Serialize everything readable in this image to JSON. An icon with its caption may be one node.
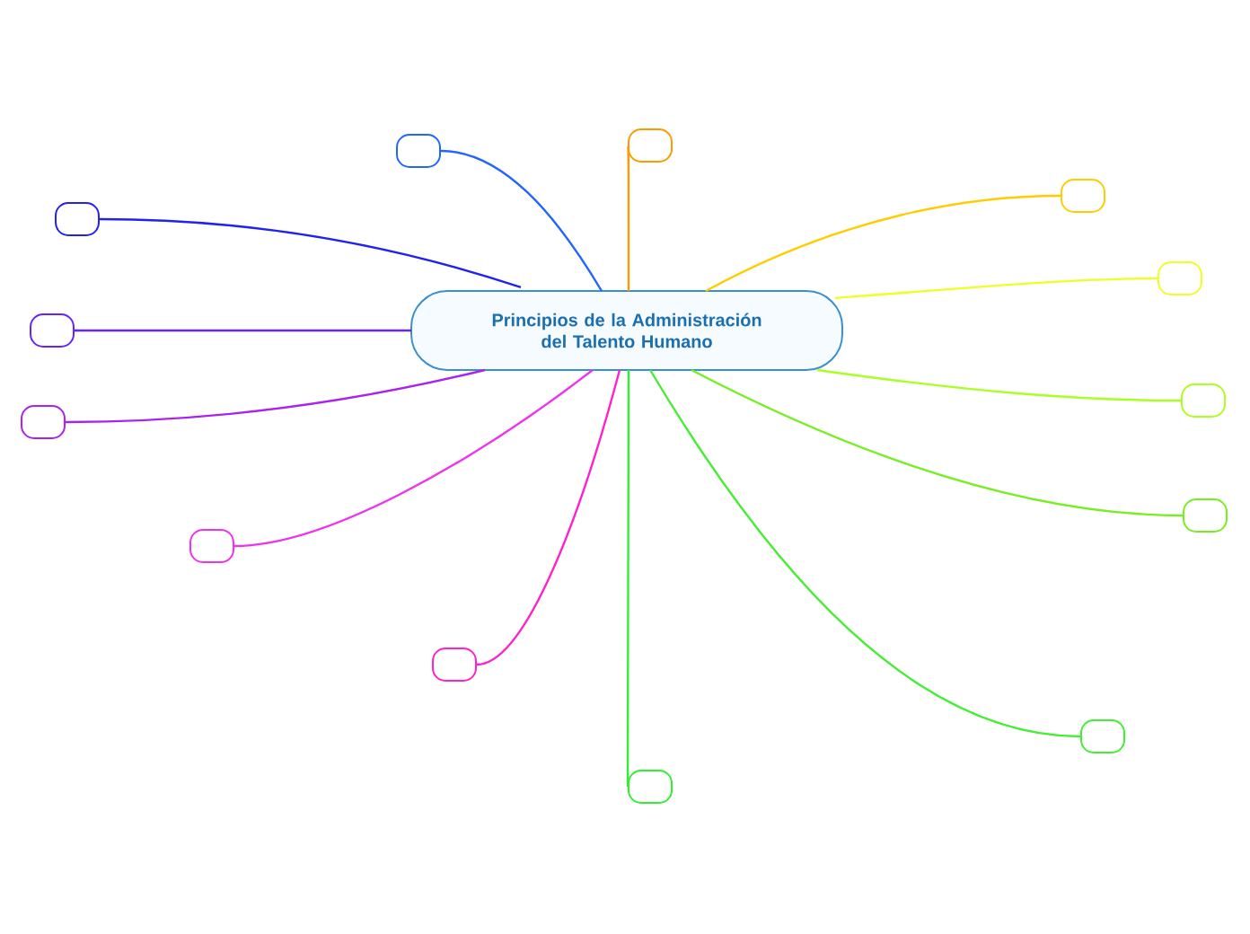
{
  "diagram": {
    "nodes": [
      {
        "text": [
          "Principios de la Administración del Talento Humano"
        ]
      },
      {
        "text": [],
        "shape": "box"
      },
      {
        "text": [],
        "shape": "box"
      },
      {
        "text": [],
        "shape": "box"
      },
      {
        "text": [],
        "shape": "box"
      },
      {
        "text": [],
        "shape": "box"
      },
      {
        "text": [],
        "shape": "box"
      },
      {
        "text": [],
        "shape": "box"
      },
      {
        "text": [],
        "shape": "box"
      },
      {
        "text": [],
        "shape": "box"
      },
      {
        "text": [],
        "shape": "box"
      },
      {
        "text": [],
        "shape": "box"
      },
      {
        "text": [],
        "shape": "box"
      },
      {
        "text": [],
        "shape": "box"
      }
    ],
    "edges": [
      {
        "from": 0,
        "to": 1,
        "arrow": "none",
        "color": "#ff9900"
      },
      {
        "from": 0,
        "to": 2,
        "arrow": "none",
        "color": "#2266ff"
      },
      {
        "from": 0,
        "to": 3,
        "arrow": "none",
        "color": "#ffcc00"
      },
      {
        "from": 0,
        "to": 4,
        "arrow": "none",
        "color": "#2222ee"
      },
      {
        "from": 0,
        "to": 5,
        "arrow": "none",
        "color": "#eeff22"
      },
      {
        "from": 0,
        "to": 6,
        "arrow": "none",
        "color": "#6622ff"
      },
      {
        "from": 0,
        "to": 7,
        "arrow": "none",
        "color": "#aaff22"
      },
      {
        "from": 0,
        "to": 8,
        "arrow": "none",
        "color": "#aa22ee"
      },
      {
        "from": 0,
        "to": 9,
        "arrow": "none",
        "color": "#77ee22"
      },
      {
        "from": 0,
        "to": 10,
        "arrow": "none",
        "color": "#ee33ee"
      },
      {
        "from": 0,
        "to": 11,
        "arrow": "none",
        "color": "#ff22cc"
      },
      {
        "from": 0,
        "to": 12,
        "arrow": "none",
        "color": "#44ee33"
      },
      {
        "from": 0,
        "to": 13,
        "arrow": "none",
        "color": "#33ee33"
      }
    ]
  }
}
